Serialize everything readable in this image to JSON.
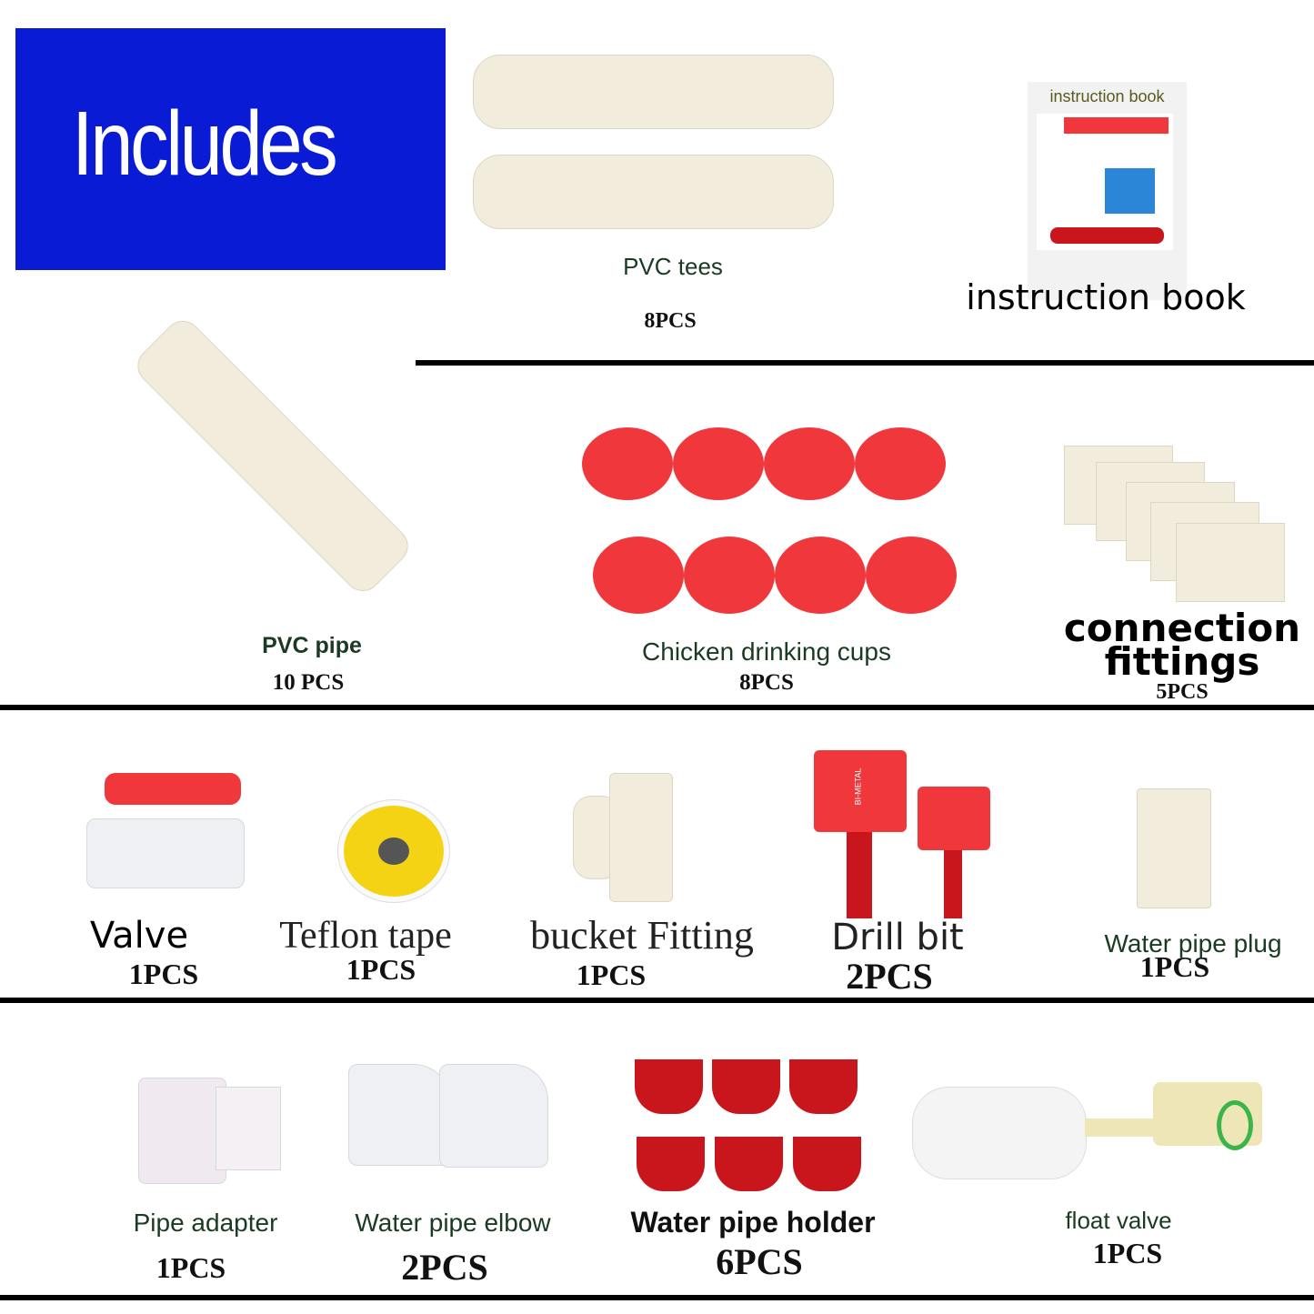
{
  "banner": {
    "title": "Includes",
    "color": "#0a1bd6"
  },
  "items": {
    "pvc_tees": {
      "name": "PVC tees",
      "qty": "8PCS"
    },
    "instruction_book": {
      "cover_title": "instruction book",
      "name": "instruction book"
    },
    "pvc_pipe": {
      "name": "PVC pipe",
      "qty": "10 PCS"
    },
    "cups": {
      "name": "Chicken drinking cups",
      "qty": "8PCS"
    },
    "connection": {
      "name_line1": "connection",
      "name_line2": "fittings",
      "qty": "5PCS"
    },
    "valve": {
      "name": "Valve",
      "qty": "1PCS"
    },
    "teflon": {
      "name": "Teflon tape",
      "qty": "1PCS"
    },
    "bucket": {
      "name": "bucket Fitting",
      "qty": "1PCS"
    },
    "drill": {
      "name": "Drill bit",
      "qty": "2PCS",
      "mark": "BI-METAL"
    },
    "plug": {
      "name": "Water pipe plug",
      "qty": "1PCS"
    },
    "adapter": {
      "name": "Pipe adapter",
      "qty": "1PCS"
    },
    "elbow": {
      "name": "Water pipe elbow",
      "qty": "2PCS"
    },
    "holder": {
      "name": "Water pipe holder",
      "qty": "6PCS"
    },
    "float": {
      "name": "float valve",
      "qty": "1PCS"
    }
  }
}
